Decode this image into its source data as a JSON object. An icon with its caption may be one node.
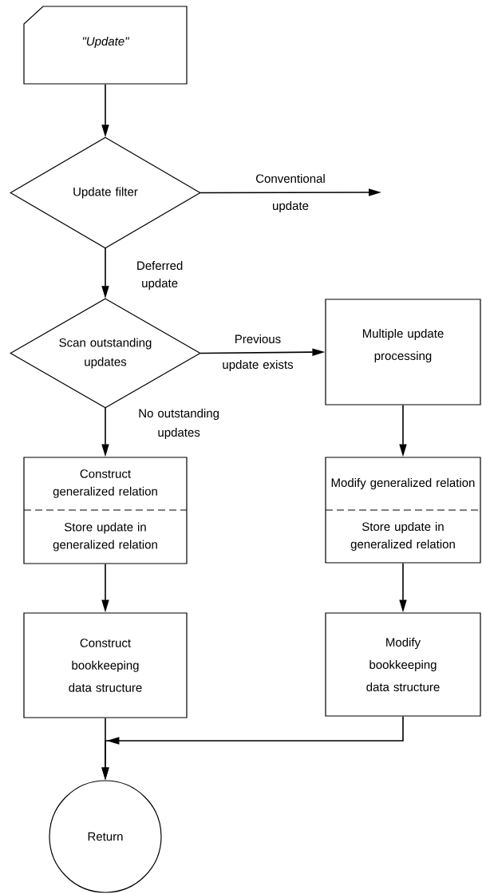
{
  "diagram": {
    "nodes": [
      {
        "text": [
          "\"Update\""
        ]
      },
      {
        "text": [
          "Update filter"
        ]
      },
      {
        "text": [
          "Scan outstanding updates"
        ]
      },
      {
        "text": [
          "Multiple update processing"
        ]
      },
      {
        "text": [
          "Construct generalized relation",
          "Store update in generalized relation"
        ]
      },
      {
        "text": [
          "Modify generalized relation",
          "Store update in generalized relation"
        ]
      },
      {
        "text": [
          "Construct bookkeeping data structure"
        ]
      },
      {
        "text": [
          "Modify bookkeeping data structure"
        ]
      },
      {
        "text": [
          "Return"
        ]
      }
    ],
    "edges": [
      {
        "from": 0,
        "to": 1,
        "arrow": "to"
      },
      {
        "from": 1,
        "to": null,
        "arrow": "to",
        "label": "Conventional update"
      },
      {
        "from": 1,
        "to": 2,
        "arrow": "to",
        "label": "Deferred update"
      },
      {
        "from": 2,
        "to": 3,
        "arrow": "to",
        "label": "Previous update exists"
      },
      {
        "from": 2,
        "to": 4,
        "arrow": "to",
        "label": "No outstanding updates"
      },
      {
        "from": 3,
        "to": 5,
        "arrow": "to"
      },
      {
        "from": 4,
        "to": 6,
        "arrow": "to"
      },
      {
        "from": 5,
        "to": 7,
        "arrow": "to"
      },
      {
        "from": 6,
        "to": 8,
        "arrow": "to"
      },
      {
        "from": 7,
        "to": 8,
        "arrow": "to"
      }
    ]
  }
}
